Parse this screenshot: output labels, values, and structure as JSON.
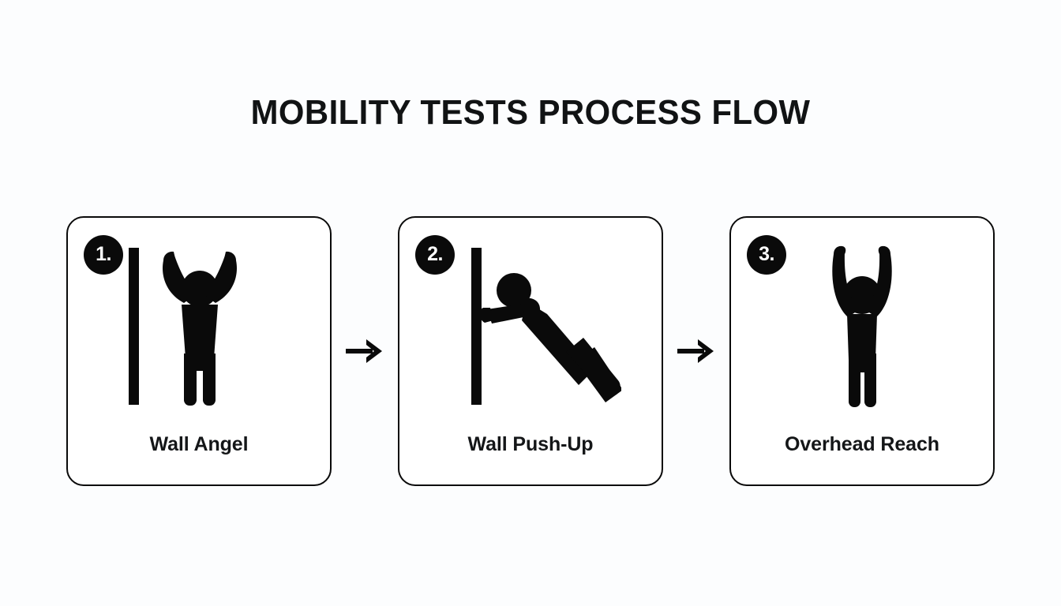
{
  "page": {
    "background_color": "#fcfdfe",
    "ink_color": "#0a0a0a",
    "title": "MOBILITY TESTS PROCESS FLOW"
  },
  "flow": {
    "steps": [
      {
        "number": "1.",
        "label": "Wall Angel",
        "icon": "wall-angel-pictogram"
      },
      {
        "number": "2.",
        "label": "Wall Push-Up",
        "icon": "wall-push-up-pictogram"
      },
      {
        "number": "3.",
        "label": "Overhead Reach",
        "icon": "overhead-reach-pictogram"
      }
    ],
    "connectors": [
      {
        "icon": "arrow-right-icon",
        "glyph": "→"
      },
      {
        "icon": "arrow-right-icon",
        "glyph": "→"
      }
    ]
  }
}
